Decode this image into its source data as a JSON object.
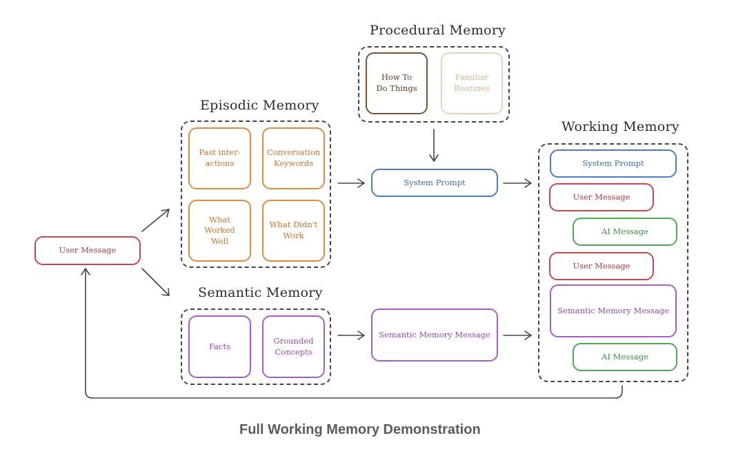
{
  "procedural": {
    "title": "Procedural Memory",
    "items": [
      "How To\nDo Things",
      "Familiar\nRoutines"
    ]
  },
  "episodic": {
    "title": "Episodic Memory",
    "items": [
      "Past inter-\nactions",
      "Conversation\nKeywords",
      "What Worked\nWell",
      "What Didn't\nWork"
    ]
  },
  "semantic": {
    "title": "Semantic Memory",
    "items": [
      "Facts",
      "Grounded\nConcepts"
    ]
  },
  "working": {
    "title": "Working Memory",
    "items": [
      "System Prompt",
      "User Message",
      "AI Message",
      "User Message",
      "Semantic Memory Message",
      "AI Message"
    ]
  },
  "flow": {
    "user_message": "User Message",
    "system_prompt": "System Prompt",
    "semantic_memory_message": "Semantic Memory Message"
  },
  "caption": "Full Working Memory Demonstration",
  "colors": {
    "episodic": "#e38a3c",
    "semantic": "#a85bc9",
    "system_prompt": "#4a7dc0",
    "user_message": "#c9474a",
    "ai_message": "#4caa55",
    "procedural_primary": "#7a5233",
    "procedural_faded": "#e8d3b6"
  }
}
